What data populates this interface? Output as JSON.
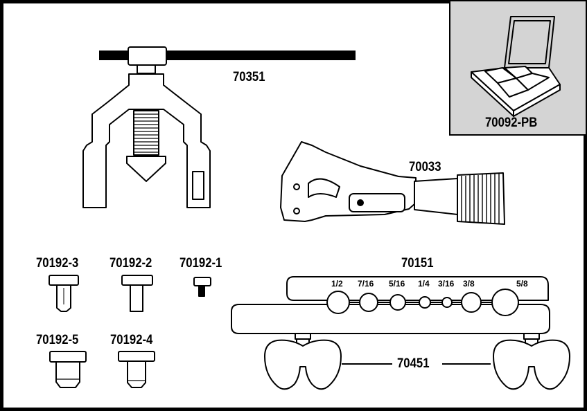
{
  "parts": {
    "p70351": "70351",
    "p70092pb": "70092-PB",
    "p70033": "70033",
    "p70192_3": "70192-3",
    "p70192_2": "70192-2",
    "p70192_1": "70192-1",
    "p70192_5": "70192-5",
    "p70192_4": "70192-4",
    "p70151": "70151",
    "p70451": "70451"
  },
  "flaring_bar_sizes": [
    "1/2",
    "7/16",
    "5/16",
    "1/4",
    "3/16",
    "3/8",
    "5/8"
  ],
  "colors": {
    "line": "#000000",
    "inset_bg": "#d4d4d4",
    "fill": "#ffffff"
  },
  "icons": [
    "yoke-flaring-tool",
    "carrying-case",
    "tube-cutter",
    "flaring-adapter",
    "flaring-bar",
    "wing-nut"
  ]
}
